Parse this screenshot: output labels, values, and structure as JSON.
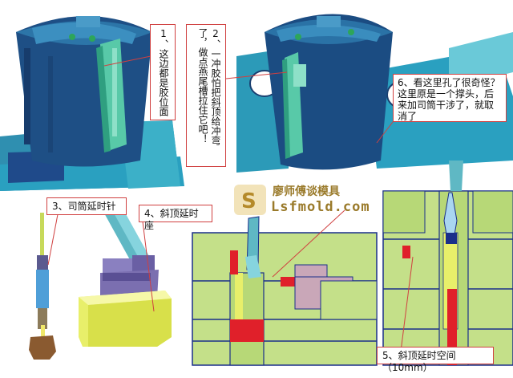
{
  "callouts": {
    "c1": "1、这边都是胶位面",
    "c2": "2、一冲胶怕把斜顶给冲弯了，做点燕尾槽拉住它吧！",
    "c3": "3、司筒延时针",
    "c4": "4、斜顶延时座",
    "c5": "5、斜顶延时空间（10mm）",
    "c6": "6、看这里孔了很奇怪？这里原是一个撑头，后来加司筒干涉了，就取消了"
  },
  "watermark": {
    "title": "廖师傅谈模具",
    "url": "Lsfmold.com"
  },
  "colors": {
    "mold_blue": "#1f4a8a",
    "mold_teal": "#2aa5b5",
    "plate_green": "#c4e089",
    "insert_yellow": "#e8ef6a",
    "pin_cyan": "#4fc9c4",
    "red_gap": "#e0202a",
    "block_purple": "#7b6fb0",
    "callout_border": "#d04040",
    "watermark_gold": "#9a7a2a"
  },
  "icons": [
    "mold-3d-render",
    "ejector-pin-render",
    "lifter-seat-render",
    "section-view"
  ]
}
